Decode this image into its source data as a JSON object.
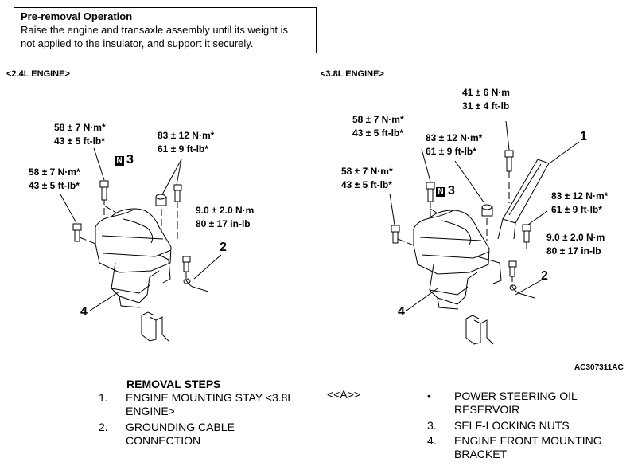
{
  "note": {
    "title": "Pre-removal Operation",
    "line1": "Raise the engine and transaxle assembly until its weight is",
    "line2": "not applied to the insulator, and support it securely."
  },
  "left": {
    "header": "<2.4L ENGINE>",
    "torque_top_left": [
      "58 ± 7 N·m*",
      "43 ± 5 ft-lb*"
    ],
    "torque_top_right": [
      "83 ± 12 N·m*",
      "61 ± 9 ft-lb*"
    ],
    "torque_left": [
      "58 ± 7 N·m*",
      "43 ± 5 ft-lb*"
    ],
    "torque_small": [
      "9.0 ± 2.0 N·m",
      "80 ± 17 in-lb"
    ],
    "n_box": "N",
    "callouts": [
      "3",
      "2",
      "4"
    ]
  },
  "right": {
    "header": "<3.8L ENGINE>",
    "torque_top": [
      "41 ± 6 N·m",
      "31 ± 4 ft-lb"
    ],
    "torque_upper_left": [
      "58 ± 7 N·m*",
      "43 ± 5 ft-lb*"
    ],
    "torque_upper_mid": [
      "83 ± 12 N·m*",
      "61 ± 9 ft-lb*"
    ],
    "torque_left": [
      "58 ± 7 N·m*",
      "43 ± 5 ft-lb*"
    ],
    "torque_right": [
      "83 ± 12 N·m*",
      "61 ± 9 ft-lb*"
    ],
    "torque_small": [
      "9.0 ± 2.0 N·m",
      "80 ± 17 in-lb"
    ],
    "n_box": "N",
    "callouts": [
      "1",
      "3",
      "2",
      "4"
    ]
  },
  "figure_code": "AC307311AC",
  "removal": {
    "title": "REMOVAL STEPS",
    "ref": "<<A>>",
    "steps": [
      {
        "num": "1.",
        "text": [
          "ENGINE MOUNTING STAY <3.8L",
          "ENGINE>"
        ]
      },
      {
        "num": "2.",
        "text": [
          "GROUNDING CABLE",
          "CONNECTION"
        ]
      },
      {
        "num": "•",
        "text": [
          "POWER STEERING OIL",
          "RESERVOIR"
        ]
      },
      {
        "num": "3.",
        "text": [
          "SELF-LOCKING NUTS"
        ]
      },
      {
        "num": "4.",
        "text": [
          "ENGINE FRONT MOUNTING",
          "BRACKET"
        ]
      }
    ]
  }
}
